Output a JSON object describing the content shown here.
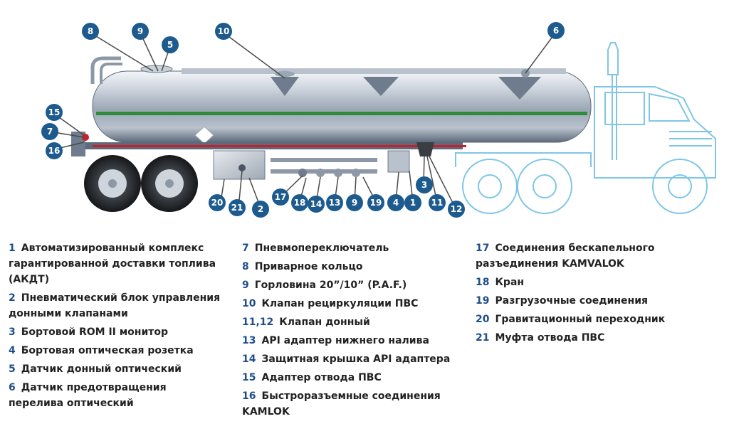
{
  "callouts": [
    {
      "label": "8"
    },
    {
      "label": "9"
    },
    {
      "label": "5"
    },
    {
      "label": "10"
    },
    {
      "label": "6"
    },
    {
      "label": "15"
    },
    {
      "label": "7"
    },
    {
      "label": "16"
    },
    {
      "label": "20"
    },
    {
      "label": "21"
    },
    {
      "label": "2"
    },
    {
      "label": "17"
    },
    {
      "label": "18"
    },
    {
      "label": "14"
    },
    {
      "label": "13"
    },
    {
      "label": "9"
    },
    {
      "label": "19"
    },
    {
      "label": "4"
    },
    {
      "label": "1"
    },
    {
      "label": "3"
    },
    {
      "label": "11"
    },
    {
      "label": "12"
    }
  ],
  "legend": {
    "col1": [
      {
        "num": "1",
        "text": "Автоматизированный комплекс гарантированной доставки топлива (АКДТ)"
      },
      {
        "num": "2",
        "text": "Пневматический блок управления донными клапанами"
      },
      {
        "num": "3",
        "text": "Бортовой ROM II монитор"
      },
      {
        "num": "4",
        "text": "Бортовая оптическая розетка"
      },
      {
        "num": "5",
        "text": "Датчик донный оптический"
      },
      {
        "num": "6",
        "text": "Датчик предотвращения перелива оптический"
      }
    ],
    "col2": [
      {
        "num": "7",
        "text": "Пневмопереключатель"
      },
      {
        "num": "8",
        "text": "Приварное кольцо"
      },
      {
        "num": "9",
        "text": "Горловина 20”/10” (P.A.F.)"
      },
      {
        "num": "10",
        "text": "Клапан рециркуляции ПВС"
      },
      {
        "num": "11,12",
        "text": "Клапан донный"
      },
      {
        "num": "13",
        "text": "API адаптер нижнего налива"
      },
      {
        "num": "14",
        "text": "Защитная крышка API адаптера"
      },
      {
        "num": "15",
        "text": "Адаптер отвода ПВС"
      },
      {
        "num": "16",
        "text": "Быстроразъемные соединения KAMLOK"
      }
    ],
    "col3": [
      {
        "num": "17",
        "text": "Соединения бескапельного разъединения KAMVALOK"
      },
      {
        "num": "18",
        "text": "Кран"
      },
      {
        "num": "19",
        "text": "Разгрузочные соединения"
      },
      {
        "num": "20",
        "text": "Гравитационный переходник"
      },
      {
        "num": "21",
        "text": "Муфта отвода ПВС"
      }
    ]
  },
  "colors": {
    "badge": "#1d5a8e",
    "tank_light": "#e9edf3",
    "tank_dark": "#6e7c8e",
    "stripe_green": "#2f8a3a",
    "stripe_red": "#c8202a",
    "cab_outline": "#7fc6e6",
    "leader": "#4a4a4a"
  }
}
